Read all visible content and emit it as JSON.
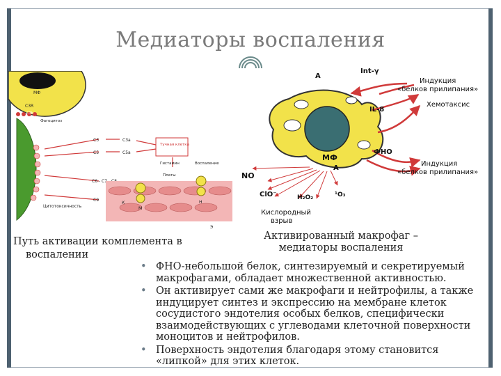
{
  "slide": {
    "title": "Медиаторы воспаления"
  },
  "left_figure": {
    "labels": {
      "mf": "МФ",
      "c3r": "C3R",
      "c3b": "C3b",
      "phagocytosis": "Фагоцитоз",
      "c3": "C3",
      "c3a": "C3a",
      "c5": "C5",
      "c5a": "C5a",
      "mast_cell": "Тучная клетка",
      "histamine": "Гистамин",
      "inflammation": "Воспаление",
      "platelets": "Платы",
      "chain": "C6 - C7 - C8",
      "c9": "C9",
      "k": "К",
      "m": "М",
      "n": "Н",
      "cytotoxicity": "Цитотоксичность",
      "e": "Э"
    },
    "caption_line1": "Путь активации комплемента в",
    "caption_line2": "воспалении"
  },
  "right_figure": {
    "labels": {
      "a_top": "A",
      "int_gamma": "Int-γ",
      "induction_1_line1": "Индукция",
      "induction_1_line2": "«белков прилипания»",
      "il8": "IL-8",
      "chemotaxis": "Хемотаксис",
      "mf": "МФ",
      "tnf": "ФНО",
      "induction_2_line1": "Индукция",
      "induction_2_line2": "«белков прилипания»",
      "a_mid": "A",
      "no": "NO",
      "clo": "ClO⁻",
      "h2o2": "H₂O₂",
      "o3": "¹O₃",
      "oxygen_burst_line1": "Кислородный",
      "oxygen_burst_line2": "взрыв"
    },
    "caption_line1": "Активированный макрофаг –",
    "caption_line2": "медиаторы воспаления"
  },
  "bullets": [
    "ФНО-небольшой белок, синтезируемый и секретируемый макрофагами, обладает множественной активностью.",
    "Он активирует сами же макрофаги и нейтрофилы, а также индуцирует синтез и экспрессию на мембране клеток сосудистого эндотелия особых белков, специфически взаимодействующих с углеводами клеточной поверхности моноцитов и нейтрофилов.",
    "Поверхность эндотелия благодаря этому становится «липкой» для этих клеток."
  ],
  "colors": {
    "title": "#7a7a7a",
    "frame_bar": "#4e6170",
    "cell_green": "#4a9a2e",
    "cell_yellow": "#f2e24a",
    "arrow_red": "#d03a3a",
    "endothelium_pink": "#f3b6b6"
  }
}
